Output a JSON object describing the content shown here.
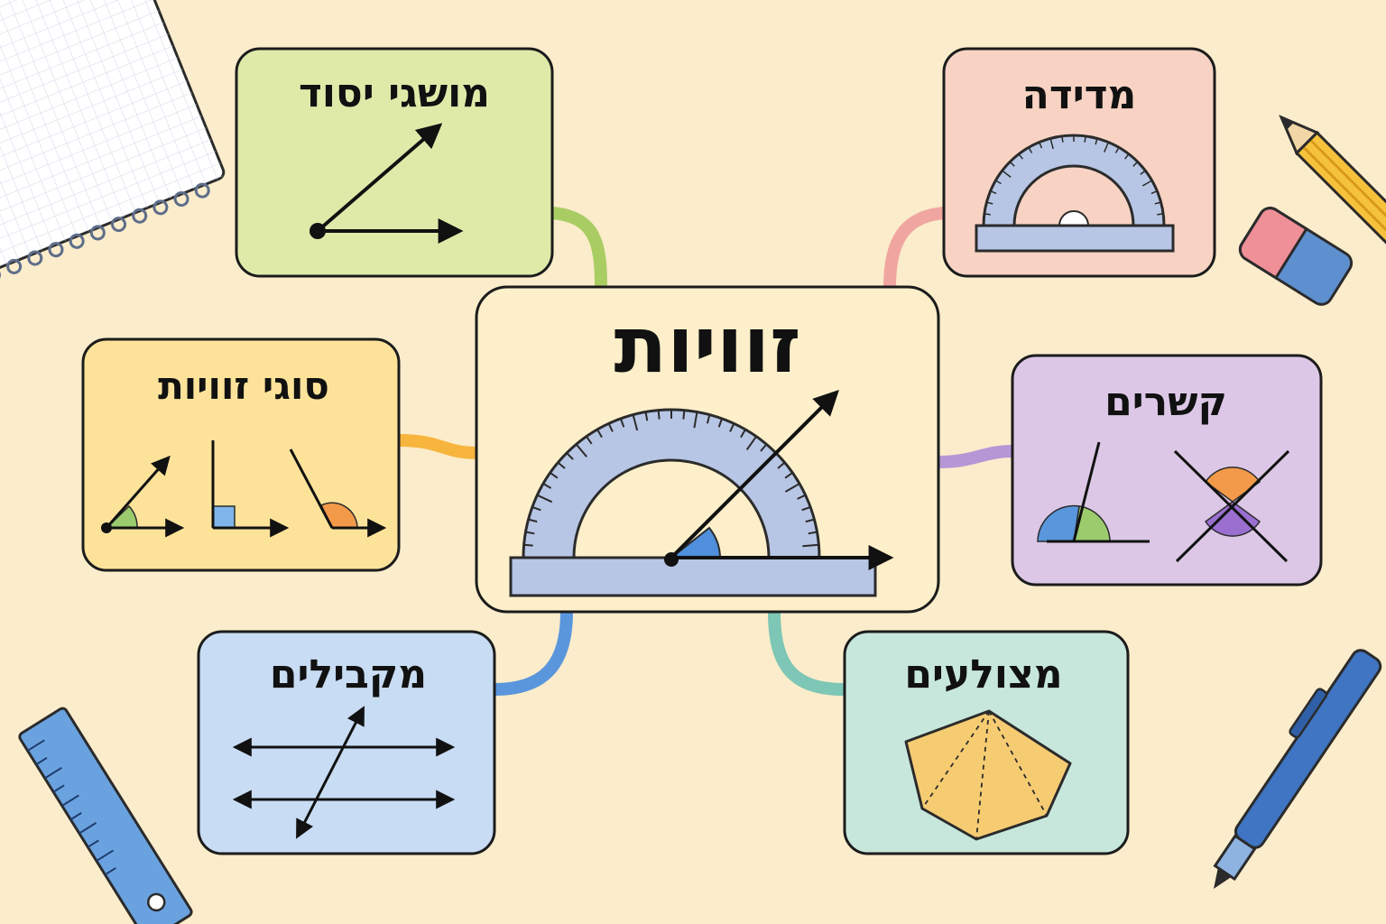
{
  "diagram": {
    "center": {
      "title": "זוויות"
    },
    "nodes": [
      {
        "id": "basic-concepts",
        "title": "מושגי יסוד",
        "color": "#dfeaa9"
      },
      {
        "id": "measurement",
        "title": "מדידה",
        "color": "#f8d3c3"
      },
      {
        "id": "angle-types",
        "title": "סוגי זוויות",
        "color": "#fde39a"
      },
      {
        "id": "relations",
        "title": "קשרים",
        "color": "#dcc8e6"
      },
      {
        "id": "parallels",
        "title": "מקבילים",
        "color": "#c8dcf3"
      },
      {
        "id": "polygons",
        "title": "מצולעים",
        "color": "#c7e7dc"
      }
    ],
    "connector_colors": {
      "basic-concepts": "#a9cd63",
      "measurement": "#f0a6a0",
      "angle-types": "#f7b53e",
      "relations": "#b597d6",
      "parallels": "#5a96dc",
      "polygons": "#7ec6b5"
    }
  },
  "icons": {
    "protractor": "protractor-icon",
    "ruler": "ruler-icon",
    "pencil": "pencil-icon",
    "pen": "pen-icon",
    "eraser": "eraser-icon",
    "notebook": "notebook-icon"
  }
}
